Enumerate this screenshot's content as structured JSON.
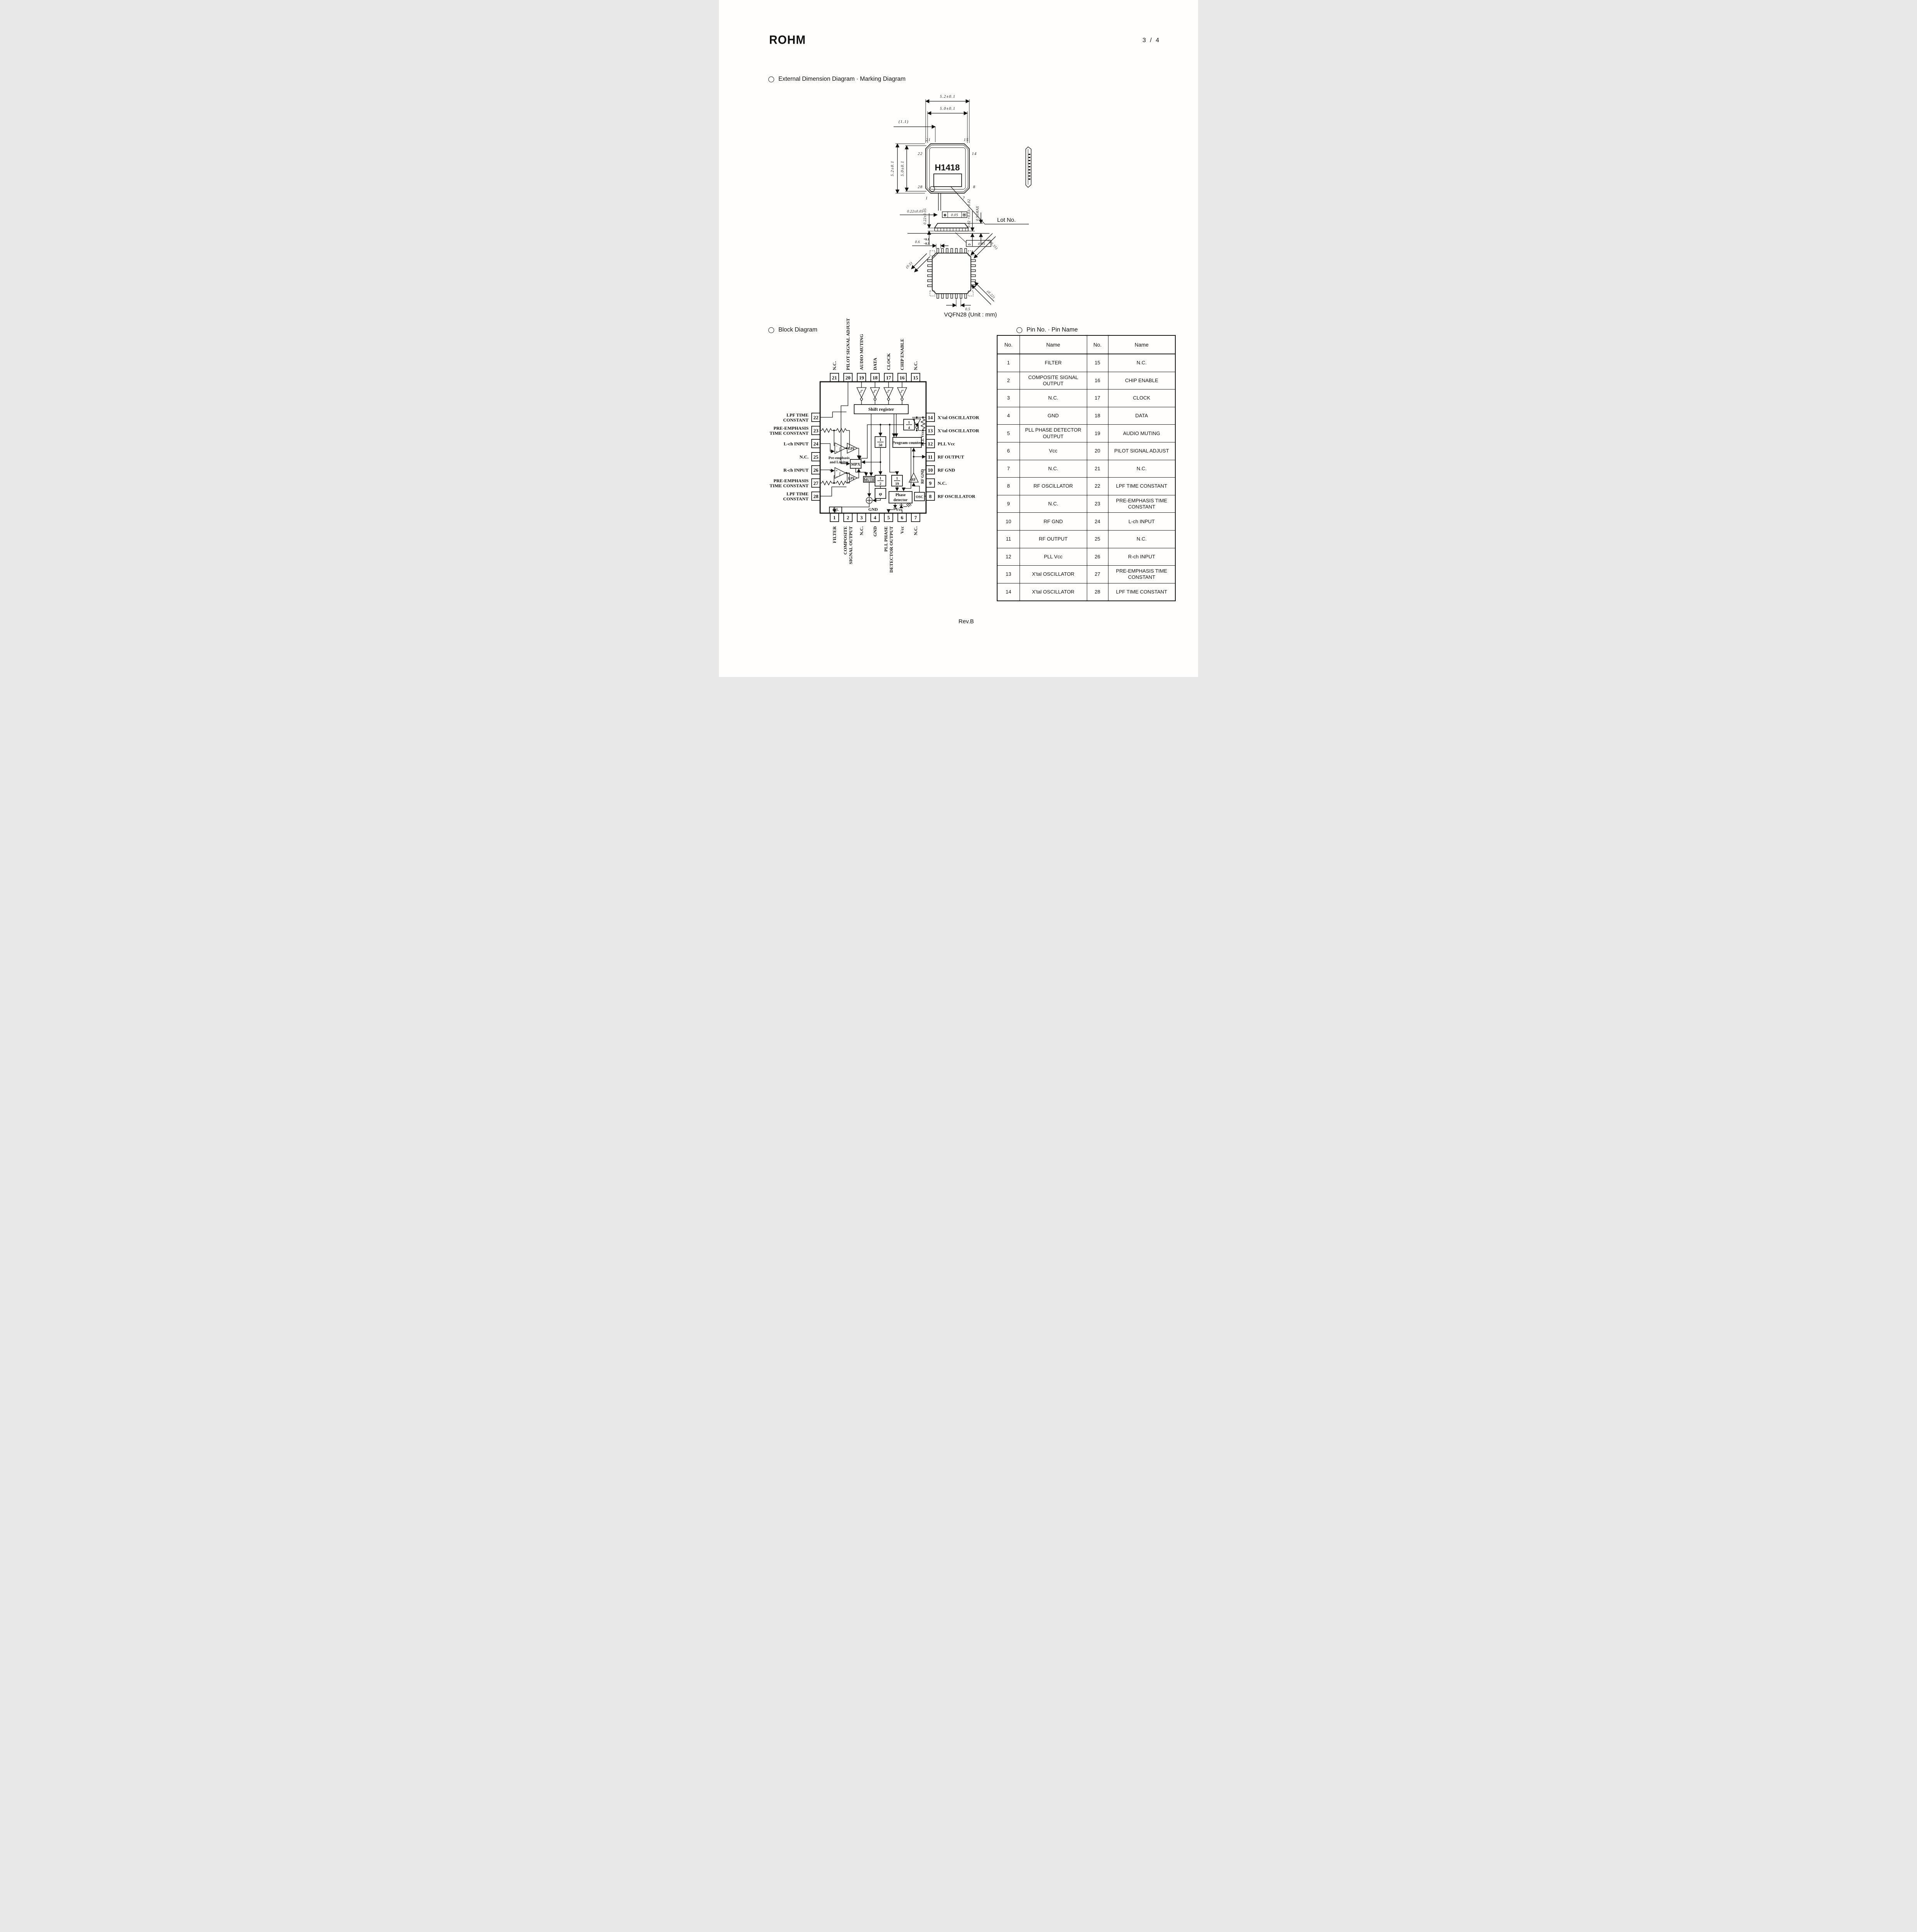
{
  "page": {
    "logo": "ROHM",
    "page_number": "3 / 4",
    "revision": "Rev.B",
    "background": "#fffefd",
    "ink": "#111111"
  },
  "icons": {
    "section_marker": "circle-outline-icon"
  },
  "sections": {
    "dimension_marking": {
      "title": "External Dimension Diagram · Marking Diagram"
    },
    "block": {
      "title": "Block Diagram"
    },
    "pins": {
      "title": "Pin No. · Pin Name"
    }
  },
  "marking_diagram": {
    "caption": "VQFN28 (Unit : mm)",
    "chip_marking": "H1418",
    "lot_label": "Lot No.",
    "top_view": {
      "dim_outer_width": "5.2±0.1",
      "dim_inner_width": "5.0±0.1",
      "dim_pin1_offset": "(1.1)",
      "dim_outer_height": "5.2±0.1",
      "dim_inner_height": "5.0±0.1",
      "dim_lead_width": "0.22±0.05",
      "datum": {
        "symbol": "⊕",
        "value": "0.05",
        "modifier": "Ⓜ"
      },
      "corner_pins": {
        "top_left": "21",
        "top_right": "15",
        "left_top": "22",
        "right_top": "14",
        "left_bottom": "28",
        "right_bottom": "8",
        "bottom_left": "1",
        "bottom_right": "7"
      }
    },
    "side_view": {
      "dim_lead_thickness": "0.22±0.05",
      "dim_standoff": "0.02 +0.03/−0.02",
      "dim_height": "0.95MAX",
      "datum": {
        "symbol": "⌓",
        "value": "0.05"
      }
    },
    "bottom_view": {
      "dim_lead_length": "0.6",
      "dim_lead_length_tol_up": "+0.1",
      "dim_lead_length_tol_dn": "−0.3",
      "dim_corner": "(0.5)",
      "dim_corner_pads": "3-(0.35)",
      "dim_lead_width": "(0.22)",
      "dim_pitch": "0.5"
    }
  },
  "block_diagram": {
    "top_pins": [
      {
        "no": "21",
        "label": "N.C."
      },
      {
        "no": "20",
        "label": "PILOT SIGNAL ADJUST"
      },
      {
        "no": "19",
        "label": "AUDIO MUTING"
      },
      {
        "no": "18",
        "label": "DATA"
      },
      {
        "no": "17",
        "label": "CLOCK"
      },
      {
        "no": "16",
        "label": "CHIP ENABLE"
      },
      {
        "no": "15",
        "label": "N.C."
      }
    ],
    "left_pins": [
      {
        "no": "22",
        "lines": [
          "LPF TIME",
          "CONSTANT"
        ]
      },
      {
        "no": "23",
        "lines": [
          "PRE-EMPHASIS",
          "TIME CONSTANT"
        ]
      },
      {
        "no": "24",
        "lines": [
          "L-ch INPUT"
        ]
      },
      {
        "no": "25",
        "lines": [
          "N.C."
        ]
      },
      {
        "no": "26",
        "lines": [
          "R-ch INPUT"
        ]
      },
      {
        "no": "27",
        "lines": [
          "PRE-EMPHASIS",
          "TIME CONSTANT"
        ]
      },
      {
        "no": "28",
        "lines": [
          "LPF TIME",
          "CONSTANT"
        ]
      }
    ],
    "right_pins": [
      {
        "no": "14",
        "label": "X'tal OSCILLATOR"
      },
      {
        "no": "13",
        "label": "X'tal OSCILLATOR"
      },
      {
        "no": "12",
        "label": "PLL Vcc"
      },
      {
        "no": "11",
        "label": "RF OUTPUT"
      },
      {
        "no": "10",
        "label": "RF GND"
      },
      {
        "no": "9",
        "label": "N.C."
      },
      {
        "no": "8",
        "label": "RF OSCILLATOR"
      }
    ],
    "bottom_pins": [
      {
        "no": "1",
        "lines": [
          "FILTER"
        ]
      },
      {
        "no": "2",
        "lines": [
          "COMPOSITE",
          "SIGNAL OUTPUT"
        ]
      },
      {
        "no": "3",
        "lines": [
          "N.C."
        ]
      },
      {
        "no": "4",
        "lines": [
          "GND"
        ]
      },
      {
        "no": "5",
        "lines": [
          "PLL PHASE",
          "DETECTOR OUTPUT"
        ]
      },
      {
        "no": "6",
        "lines": [
          "Vcc"
        ]
      },
      {
        "no": "7",
        "lines": [
          "N.C."
        ]
      }
    ],
    "blocks": {
      "shift_register": "Shift register",
      "program_counter": "Program counter",
      "phase_detector_1": "Phase",
      "phase_detector_2": "detector",
      "pre_emphasis_1": "Pre-emphasis",
      "pre_emphasis_2": "and Limiter",
      "mpx": "MPX",
      "mute": "MUTE",
      "lpf": "LPF",
      "rf": "RF",
      "osc": "OSC",
      "phi": "φ",
      "integrator": "∫",
      "div4": {
        "num": "1",
        "den": "4"
      },
      "div50": {
        "num": "1",
        "den": "50"
      },
      "div2": {
        "num": "1",
        "den": "2"
      },
      "div19": {
        "num": "1",
        "den": "19"
      },
      "vcc_half": {
        "num": "Vcc",
        "den": "2"
      },
      "gnd": "GND",
      "vcc": "Vcc",
      "pll_vcc": "PLL Vcc",
      "rf_gnd": "RF GND"
    }
  },
  "pin_table": {
    "headers": [
      "No.",
      "Name",
      "No.",
      "Name"
    ],
    "rows": [
      [
        "1",
        "FILTER",
        "15",
        "N.C."
      ],
      [
        "2",
        "COMPOSITE SIGNAL OUTPUT",
        "16",
        "CHIP ENABLE"
      ],
      [
        "3",
        "N.C.",
        "17",
        "CLOCK"
      ],
      [
        "4",
        "GND",
        "18",
        "DATA"
      ],
      [
        "5",
        "PLL PHASE DETECTOR OUTPUT",
        "19",
        "AUDIO MUTING"
      ],
      [
        "6",
        "Vcc",
        "20",
        "PILOT SIGNAL ADJUST"
      ],
      [
        "7",
        "N.C.",
        "21",
        "N.C."
      ],
      [
        "8",
        "RF OSCILLATOR",
        "22",
        "LPF TIME CONSTANT"
      ],
      [
        "9",
        "N.C.",
        "23",
        "PRE-EMPHASIS TIME CONSTANT"
      ],
      [
        "10",
        "RF GND",
        "24",
        "L-ch INPUT"
      ],
      [
        "11",
        "RF OUTPUT",
        "25",
        "N.C."
      ],
      [
        "12",
        "PLL Vcc",
        "26",
        "R-ch INPUT"
      ],
      [
        "13",
        "X'tal OSCILLATOR",
        "27",
        "PRE-EMPHASIS TIME CONSTANT"
      ],
      [
        "14",
        "X'tal OSCILLATOR",
        "28",
        "LPF TIME CONSTANT"
      ]
    ]
  }
}
